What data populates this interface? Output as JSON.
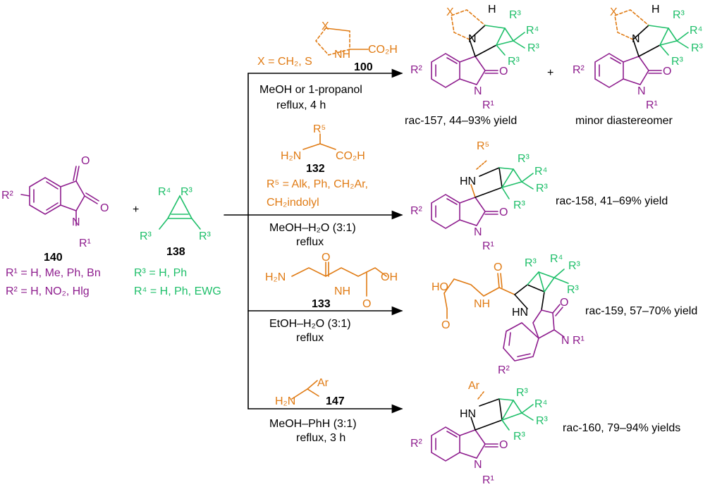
{
  "colors": {
    "magenta": "#8e1d8e",
    "green": "#1fbf6a",
    "orange": "#e07b14",
    "black": "#000000"
  },
  "start": {
    "isatin_label": "140",
    "cyclopropene_label": "138",
    "plus": "+",
    "r1_def": "R¹ = H, Me, Ph, Bn",
    "r2_def": "R² = H, NO₂, Hlg",
    "r3_def": "R³ = H, Ph",
    "r4_def": "R⁴ = H, Ph, EWG"
  },
  "atoms": {
    "O": "O",
    "N": "N",
    "HN": "HN",
    "H": "H",
    "X": "X",
    "R1": "R¹",
    "R2": "R²",
    "R3": "R³",
    "R4": "R⁴",
    "R5": "R⁵",
    "Ar": "Ar",
    "NH": "NH",
    "CO2H": "CO₂H",
    "H2N": "H₂N",
    "OH": "OH",
    "HO": "HO"
  },
  "routes": [
    {
      "reagent_label": "100",
      "reagent_note": "X = CH₂, S",
      "conditions_1": "MeOH or 1-propanol",
      "conditions_2": "reflux, 4 h",
      "product_label": "rac-157, 44–93% yield",
      "plus": "+",
      "minor_label": "minor diastereomer"
    },
    {
      "reagent_label": "132",
      "reagent_note_1": "R⁵ = Alk, Ph, CH₂Ar,",
      "reagent_note_2": "CH₂indolyl",
      "conditions_1": "MeOH–H₂O (3:1)",
      "conditions_2": "reflux",
      "product_label": "rac-158, 41–69% yield"
    },
    {
      "reagent_label": "133",
      "conditions_1": "EtOH–H₂O (3:1)",
      "conditions_2": "reflux",
      "product_label": "rac-159, 57–70% yield"
    },
    {
      "reagent_label": "147",
      "conditions_1": "MeOH–PhH (3:1)",
      "conditions_2": "reflux, 3 h",
      "product_label": "rac-160, 79–94% yields"
    }
  ]
}
